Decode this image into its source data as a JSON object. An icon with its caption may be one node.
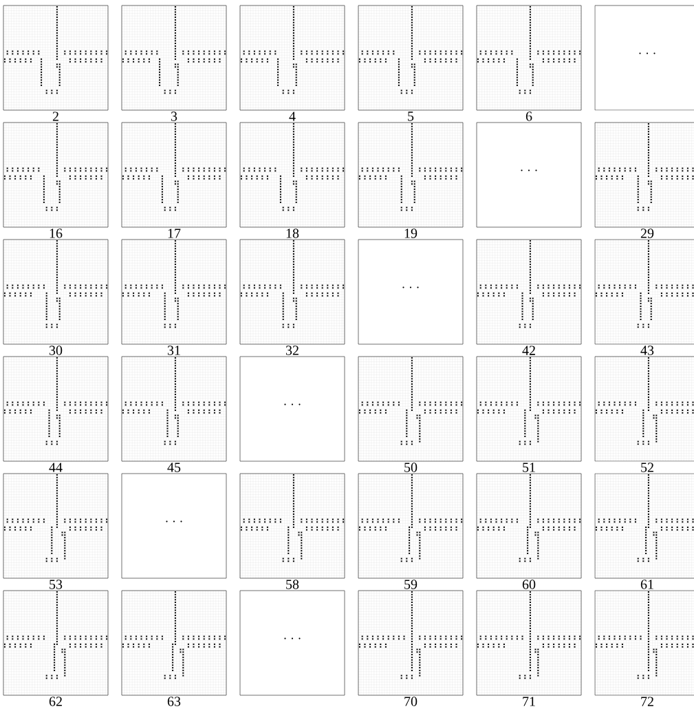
{
  "diagram": {
    "labels": [
      "2",
      "3",
      "4",
      "5",
      "6",
      "· · ·",
      "16",
      "17",
      "18",
      "19",
      "· · ·",
      "29",
      "30",
      "31",
      "32",
      "· · ·",
      "42",
      "43",
      "44",
      "45",
      "· · ·",
      "50",
      "51",
      "52",
      "53",
      "· · ·",
      "58",
      "59",
      "60",
      "61",
      "62",
      "63",
      "· · ·",
      "70",
      "71",
      "72"
    ]
  }
}
